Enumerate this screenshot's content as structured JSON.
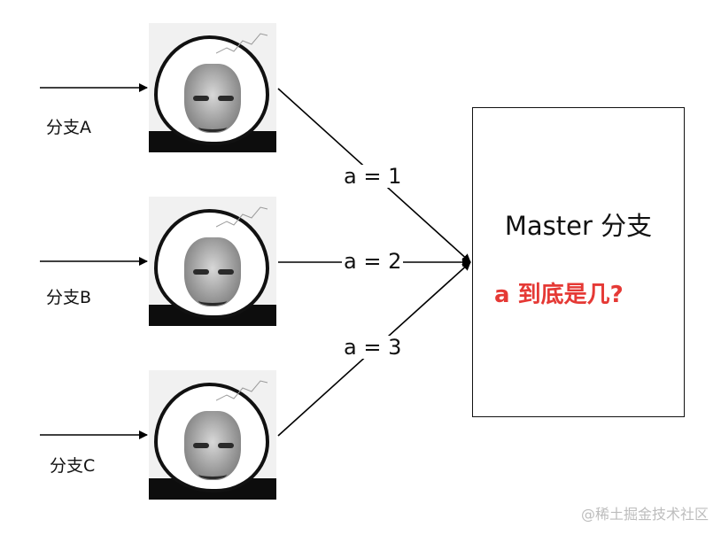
{
  "branches": [
    {
      "label": "分支A",
      "value_label": "a = 1"
    },
    {
      "label": "分支B",
      "value_label": "a = 2"
    },
    {
      "label": "分支C",
      "value_label": "a = 3"
    }
  ],
  "master": {
    "title": "Master 分支",
    "question": "a 到底是几?",
    "question_color": "#e53935"
  },
  "watermark": "@稀土掘金技术社区",
  "icons": {
    "meme": "panda-meme-face-icon"
  }
}
